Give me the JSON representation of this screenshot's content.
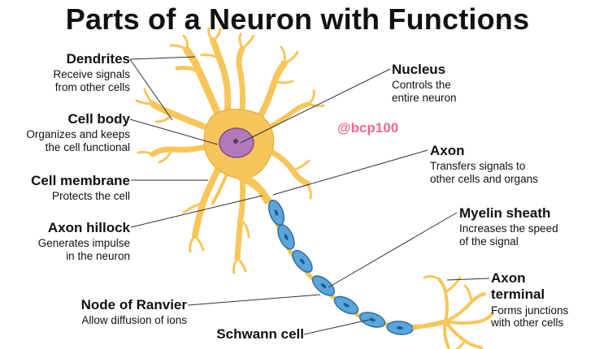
{
  "title": "Parts of a Neuron with Functions",
  "watermark": "@bcp100",
  "labels": {
    "dendrites": {
      "name": "Dendrites",
      "desc_lines": [
        "Receive signals",
        "from other cells"
      ]
    },
    "cell_body": {
      "name": "Cell body",
      "desc_lines": [
        "Organizes and keeps",
        "the cell functional"
      ]
    },
    "cell_membrane": {
      "name": "Cell membrane",
      "desc_lines": [
        "Protects the cell"
      ]
    },
    "axon_hillock": {
      "name": "Axon hillock",
      "desc_lines": [
        "Generates impulse",
        "in the neuron"
      ]
    },
    "node_of_ranvier": {
      "name": "Node of Ranvier",
      "desc_lines": [
        "Allow diffusion of ions"
      ]
    },
    "schwann_cell": {
      "name": "Schwann cell",
      "desc_lines": []
    },
    "nucleus": {
      "name": "Nucleus",
      "desc_lines": [
        "Controls the",
        "entire neuron"
      ]
    },
    "axon": {
      "name": "Axon",
      "desc_lines": [
        "Transfers signals to",
        "other cells and organs"
      ]
    },
    "myelin_sheath": {
      "name": "Myelin sheath",
      "desc_lines": [
        "Increases the speed",
        "of the signal"
      ]
    },
    "axon_terminal": {
      "name_lines": [
        "Axon",
        "terminal"
      ],
      "desc_lines": [
        "Forms junctions",
        "with other cells"
      ]
    }
  },
  "colors": {
    "neuron_fill": "#f7c65a",
    "neuron_stroke": "#b98a2c",
    "nucleus_fill": "#b07ab8",
    "myelin_fill": "#5aa6dc",
    "myelin_stroke": "#2e6f9c",
    "watermark": "#f06a8c"
  }
}
